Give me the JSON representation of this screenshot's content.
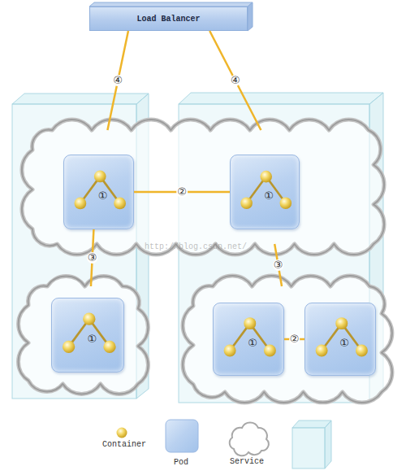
{
  "diagram": {
    "nodes": [
      {
        "text": [
          "Load Balancer"
        ]
      },
      {
        "text": []
      },
      {
        "text": [
          "①"
        ],
        "in": 1
      },
      {
        "text": [
          "①"
        ],
        "in": 1
      },
      {
        "text": []
      },
      {
        "text": [
          "①"
        ],
        "in": 4
      },
      {
        "text": []
      },
      {
        "text": [
          "①"
        ],
        "in": 6
      },
      {
        "text": [
          "①"
        ],
        "in": 6
      }
    ],
    "edges": [
      {
        "from": 0,
        "to": 1,
        "arrow": "none",
        "label": "④"
      },
      {
        "from": 0,
        "to": 1,
        "arrow": "none",
        "label": "④"
      },
      {
        "from": 2,
        "to": 3,
        "arrow": "none",
        "label": "②"
      },
      {
        "from": 2,
        "to": 4,
        "arrow": "none",
        "label": "③"
      },
      {
        "from": 1,
        "to": 6,
        "arrow": "none",
        "label": "③"
      },
      {
        "from": 7,
        "to": 8,
        "arrow": "none",
        "label": "②"
      }
    ],
    "labels": [
      "http://blog.csdn.net/"
    ],
    "legend": [
      {
        "text": "Container"
      },
      {
        "text": "Pod"
      },
      {
        "text": "Service"
      }
    ]
  }
}
